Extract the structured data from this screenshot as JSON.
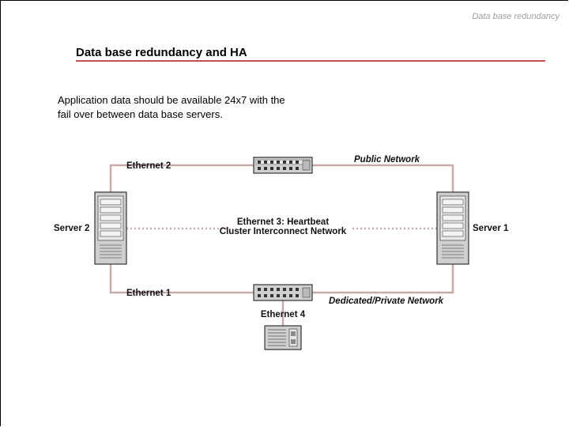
{
  "header": {
    "tag": "Data base redundancy"
  },
  "slide": {
    "title": "Data base redundancy and HA",
    "body_line1": "Application data should be available 24x7 with the",
    "body_line2": "fail over between data base servers."
  },
  "diagram": {
    "labels": {
      "ethernet2": "Ethernet 2",
      "public_network": "Public Network",
      "server2": "Server 2",
      "server1": "Server 1",
      "heartbeat_line1": "Ethernet 3: Heartbeat",
      "heartbeat_line2": "Cluster Interconnect Network",
      "ethernet1": "Ethernet 1",
      "private_network": "Dedicated/Private Network",
      "ethernet4": "Ethernet 4"
    },
    "colors": {
      "link": "#c8aaaa",
      "device_fill": "#c8c8c8",
      "accent_rule": "#c0504d"
    }
  }
}
